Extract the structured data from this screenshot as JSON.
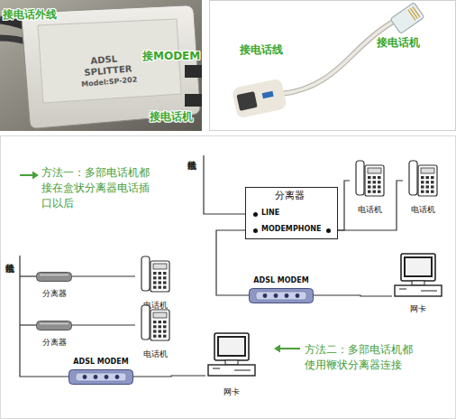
{
  "diagram": {
    "nodes": [
      {
        "text": [
          "分离器",
          "LINE",
          "MODEM",
          "PHONE"
        ]
      },
      {
        "text": [
          "电话机"
        ]
      },
      {
        "text": [
          "电话机"
        ]
      },
      {
        "text": [
          "ADSL MODEM"
        ]
      },
      {
        "text": [
          "网卡"
        ]
      },
      {
        "text": [
          "分离器"
        ]
      },
      {
        "text": [
          "电话机"
        ]
      },
      {
        "text": [
          "分离器"
        ]
      },
      {
        "text": [
          "电话机"
        ]
      },
      {
        "text": [
          "ADSL MODEM"
        ]
      },
      {
        "text": [
          "网卡"
        ]
      }
    ],
    "edges": [
      {
        "from": 0,
        "to": 1,
        "arrow": "none"
      },
      {
        "from": 0,
        "to": 2,
        "arrow": "none"
      },
      {
        "from": 0,
        "to": 3,
        "arrow": "none"
      },
      {
        "from": 3,
        "to": 4,
        "arrow": "none"
      },
      {
        "from": 5,
        "to": 6,
        "arrow": "none"
      },
      {
        "from": 7,
        "to": 8,
        "arrow": "none"
      },
      {
        "from": 9,
        "to": 10,
        "arrow": "none"
      }
    ],
    "labels": [
      "接电话外线",
      "接MODEM",
      "接电话机",
      "ADSL",
      "SPLITTER",
      "Model:SP-202",
      "接电话线",
      "接电话机",
      "方法一：多部电话机都 接在盒状分离器电话插 口以后",
      "接电话外线",
      "接电话外线",
      "方法二：多部电话机都 使用鞭状分离器连接"
    ]
  }
}
